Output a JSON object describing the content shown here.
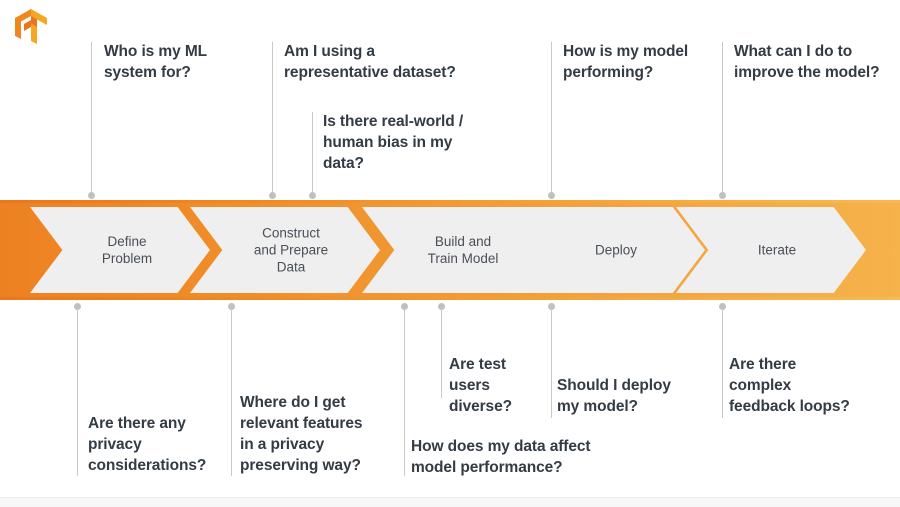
{
  "logo": {
    "name": "tensorflow-logo",
    "colors": {
      "light": "#F5A623",
      "dark": "#E8741B"
    }
  },
  "theme": {
    "bar_left_color": "#ED8122",
    "bar_right_color": "#F6B24B",
    "chevron_fill": "#EFEFEF",
    "label_color": "#333b44",
    "chevron_text_color": "#4a4f57",
    "connector_color": "#c8c8c8"
  },
  "process": {
    "stages": [
      {
        "id": "define-problem",
        "label": "Define\nProblem"
      },
      {
        "id": "construct-prepare-data",
        "label": "Construct\nand Prepare\nData"
      },
      {
        "id": "build-train-model",
        "label": "Build and\nTrain Model"
      },
      {
        "id": "deploy",
        "label": "Deploy"
      },
      {
        "id": "iterate",
        "label": "Iterate"
      }
    ]
  },
  "questions_above": [
    {
      "id": "who-is-my-ml-system-for",
      "text": "Who is my ML\nsystem for?"
    },
    {
      "id": "am-i-using-a-representative-dataset",
      "text": "Am I using a\nrepresentative dataset?"
    },
    {
      "id": "is-there-real-world-human-bias",
      "text": "Is there real-world /\nhuman bias in my\ndata?"
    },
    {
      "id": "how-is-my-model-performing",
      "text": "How is my model\nperforming?"
    },
    {
      "id": "what-can-i-do-to-improve-the-model",
      "text": "What can I do to\nimprove the model?"
    }
  ],
  "questions_below": [
    {
      "id": "are-there-any-privacy-considerations",
      "text": "Are there any\nprivacy\nconsiderations?"
    },
    {
      "id": "where-do-i-get-relevant-features",
      "text": "Where do I get\nrelevant features\nin a privacy\npreserving way?"
    },
    {
      "id": "how-does-my-data-affect-model-performance",
      "text": "How does my data affect\nmodel performance?"
    },
    {
      "id": "are-test-users-diverse",
      "text": "Are test\nusers\ndiverse?"
    },
    {
      "id": "should-i-deploy-my-model",
      "text": "Should I deploy\nmy model?"
    },
    {
      "id": "are-there-complex-feedback-loops",
      "text": "Are there\ncomplex\nfeedback loops?"
    }
  ]
}
